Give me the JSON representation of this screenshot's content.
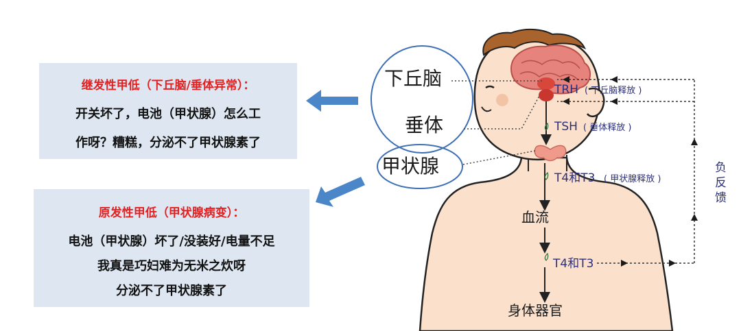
{
  "box_secondary": {
    "title": "继发性甲低（下丘脑/垂体异常）：",
    "line1": "开关坏了，电池（甲状腺）怎么工",
    "line2": "作呀？糟糕，分泌不了甲状腺素了"
  },
  "box_primary": {
    "title": "原发性甲低（甲状腺病变）：",
    "line1": "电池（甲状腺）坏了/没装好/电量不足",
    "line2": "我真是巧妇难为无米之炊呀",
    "line3": "分泌不了甲状腺素了"
  },
  "organs": {
    "hypothalamus": "下丘脑",
    "pituitary": "垂体",
    "thyroid": "甲状腺"
  },
  "hormones": {
    "trh": "TRH",
    "trh_note": "( 下丘脑释放 )",
    "tsh": "TSH",
    "tsh_note": "( 垂体释放 )",
    "t4t3": "T4和T3",
    "t4t3_note": "( 甲状腺释放 )",
    "t4t3_blood": "T4和T3"
  },
  "flow": {
    "blood": "血流",
    "organs": "身体器官",
    "feedback": "负反馈"
  },
  "colors": {
    "title_red": "#e51f1f",
    "box_bg": "#dde6f1",
    "arrow_blue": "#4a86c8",
    "circle_blue": "#3d6fb6",
    "text_navy": "#2b2f7a",
    "skin": "#fbe0cc",
    "hair": "#a8642c",
    "brain": "#e6837c"
  }
}
